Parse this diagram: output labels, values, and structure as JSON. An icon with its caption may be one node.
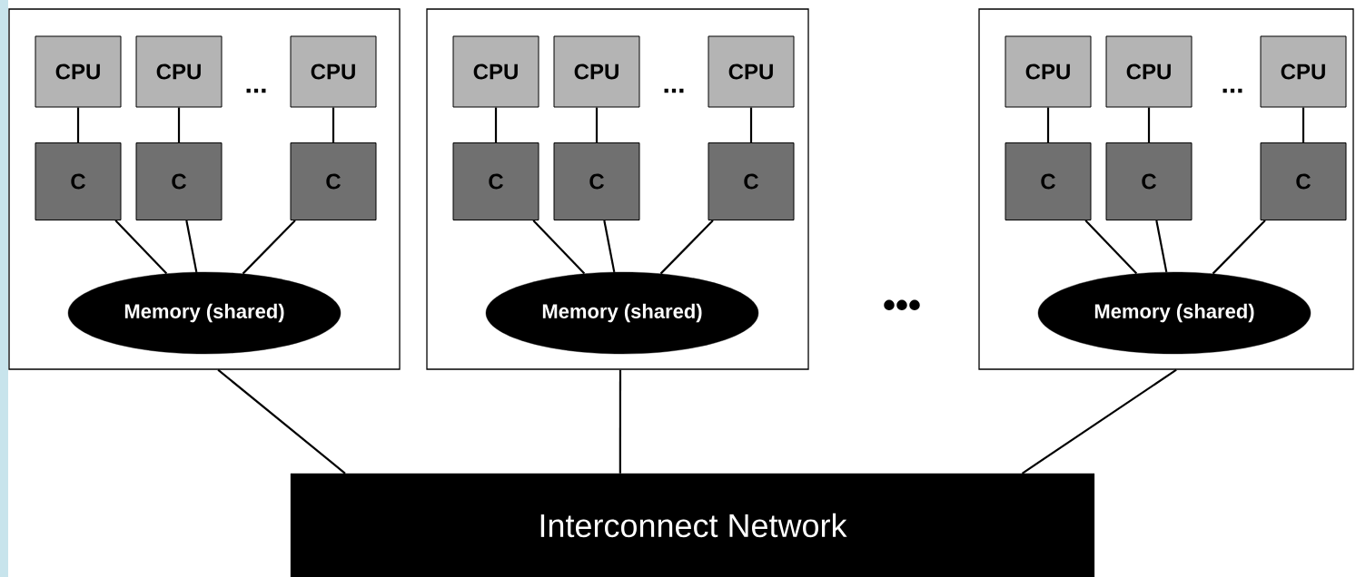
{
  "diagram": {
    "nodes": [
      {
        "text": [],
        "shape": "box"
      },
      {
        "text": [
          "CPU"
        ],
        "in": 0
      },
      {
        "text": [
          "CPU"
        ],
        "in": 0
      },
      {
        "text": [
          "CPU"
        ],
        "in": 0
      },
      {
        "text": [
          "C"
        ],
        "in": 0
      },
      {
        "text": [
          "C"
        ],
        "in": 0
      },
      {
        "text": [
          "C"
        ],
        "in": 0
      },
      {
        "text": [
          "Memory (shared)"
        ],
        "in": 0
      },
      {
        "text": [],
        "shape": "box"
      },
      {
        "text": [
          "CPU"
        ],
        "in": 8
      },
      {
        "text": [
          "CPU"
        ],
        "in": 8
      },
      {
        "text": [
          "CPU"
        ],
        "in": 8
      },
      {
        "text": [
          "C"
        ],
        "in": 8
      },
      {
        "text": [
          "C"
        ],
        "in": 8
      },
      {
        "text": [
          "C"
        ],
        "in": 8
      },
      {
        "text": [
          "Memory (shared)"
        ],
        "in": 8
      },
      {
        "text": [],
        "shape": "box"
      },
      {
        "text": [
          "CPU"
        ],
        "in": 16
      },
      {
        "text": [
          "CPU"
        ],
        "in": 16
      },
      {
        "text": [
          "CPU"
        ],
        "in": 16
      },
      {
        "text": [
          "C"
        ],
        "in": 16
      },
      {
        "text": [
          "C"
        ],
        "in": 16
      },
      {
        "text": [
          "C"
        ],
        "in": 16
      },
      {
        "text": [
          "Memory (shared)"
        ],
        "in": 16
      },
      {
        "text": [
          "Interconnect Network"
        ]
      }
    ],
    "edges": [
      {
        "from": 1,
        "to": 4,
        "arrow": "none"
      },
      {
        "from": 2,
        "to": 5,
        "arrow": "none"
      },
      {
        "from": 3,
        "to": 6,
        "arrow": "none"
      },
      {
        "from": 4,
        "to": 7,
        "arrow": "none"
      },
      {
        "from": 5,
        "to": 7,
        "arrow": "none"
      },
      {
        "from": 6,
        "to": 7,
        "arrow": "none"
      },
      {
        "from": 0,
        "to": 24,
        "arrow": "none"
      },
      {
        "from": 9,
        "to": 12,
        "arrow": "none"
      },
      {
        "from": 10,
        "to": 13,
        "arrow": "none"
      },
      {
        "from": 11,
        "to": 14,
        "arrow": "none"
      },
      {
        "from": 12,
        "to": 15,
        "arrow": "none"
      },
      {
        "from": 13,
        "to": 15,
        "arrow": "none"
      },
      {
        "from": 14,
        "to": 15,
        "arrow": "none"
      },
      {
        "from": 8,
        "to": 24,
        "arrow": "none"
      },
      {
        "from": 17,
        "to": 20,
        "arrow": "none"
      },
      {
        "from": 18,
        "to": 21,
        "arrow": "none"
      },
      {
        "from": 19,
        "to": 22,
        "arrow": "none"
      },
      {
        "from": 20,
        "to": 23,
        "arrow": "none"
      },
      {
        "from": 21,
        "to": 23,
        "arrow": "none"
      },
      {
        "from": 22,
        "to": 23,
        "arrow": "none"
      },
      {
        "from": 16,
        "to": 24,
        "arrow": "none"
      }
    ],
    "labels": [
      "...",
      "...",
      "...",
      "•••"
    ]
  }
}
